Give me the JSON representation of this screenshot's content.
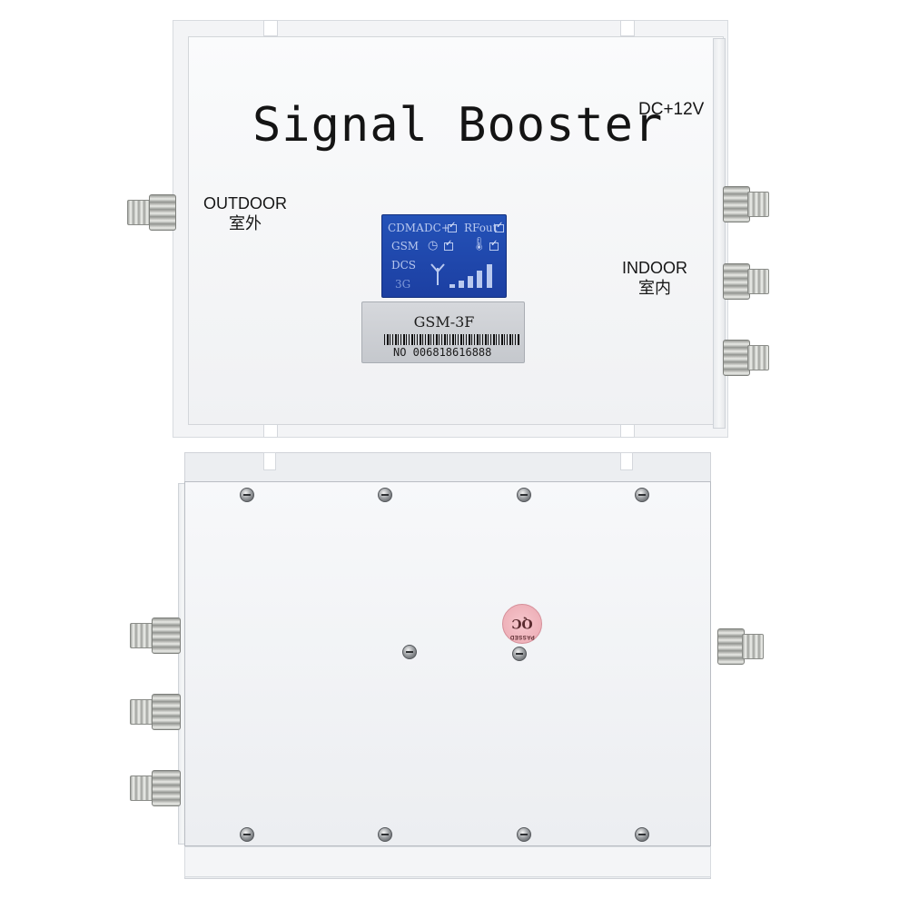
{
  "top_unit": {
    "title": "Signal Booster",
    "power": "DC+12V",
    "outdoor_label": "OUTDOOR",
    "outdoor_label_cn": "室外",
    "indoor_label": "INDOOR",
    "indoor_label_cn": "室内",
    "lcd": {
      "cdma": "CDMA",
      "gsm": "GSM",
      "dcs": "DCS",
      "g3": "3G",
      "dc": "DC+",
      "rfout": "RFout",
      "signal_level": 5
    },
    "sticker": {
      "model": "GSM-3F",
      "serial": "NO 006818616888"
    }
  },
  "bottom_unit": {
    "qc_sticker": {
      "main": "QC",
      "sub": "PASSED",
      "color": "#eeb1b9"
    }
  },
  "colors": {
    "lcd_background": "#2249b0",
    "case": "#f3f4f6"
  }
}
